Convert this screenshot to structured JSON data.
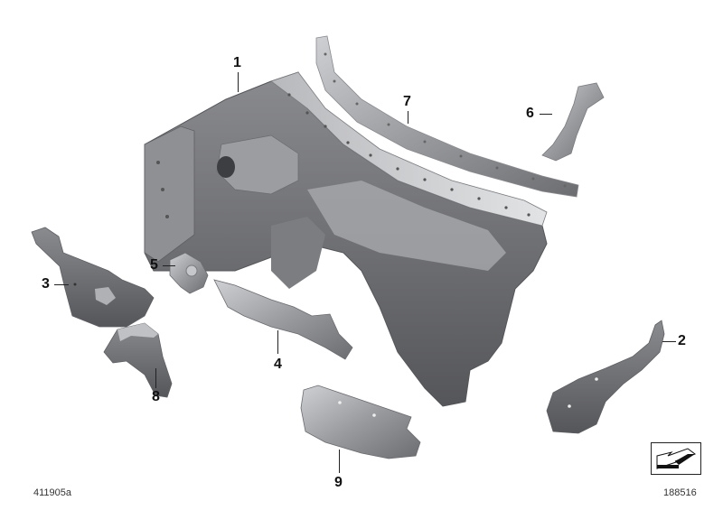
{
  "diagram": {
    "type": "exploded-parts-diagram",
    "subject": "Splash wall / bulkhead parts",
    "background": "#ffffff",
    "part_color": "#8e8f93",
    "part_highlight": "#c9cacd",
    "part_shadow": "#5f6064",
    "callouts": [
      {
        "id": "1",
        "label": "1"
      },
      {
        "id": "2",
        "label": "2"
      },
      {
        "id": "3",
        "label": "3"
      },
      {
        "id": "4",
        "label": "4"
      },
      {
        "id": "5",
        "label": "5"
      },
      {
        "id": "6",
        "label": "6"
      },
      {
        "id": "7",
        "label": "7"
      },
      {
        "id": "8",
        "label": "8"
      },
      {
        "id": "9",
        "label": "9"
      }
    ],
    "diagram_number": "411905a",
    "nav_reference": "188516",
    "nav_icon": "back-arrow-icon"
  }
}
